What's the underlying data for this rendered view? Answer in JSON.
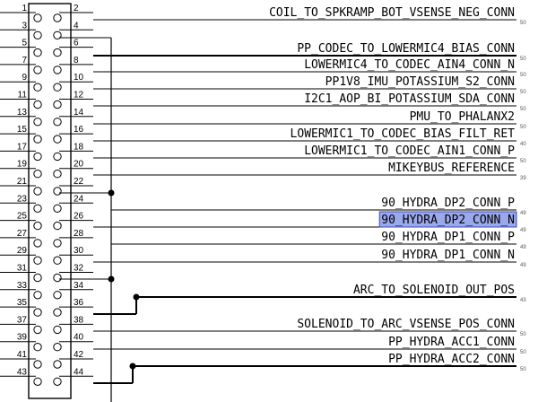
{
  "schematic": {
    "connector": {
      "pins": [
        {
          "n": "1"
        },
        {
          "n": "2"
        },
        {
          "n": "3"
        },
        {
          "n": "4"
        },
        {
          "n": "5"
        },
        {
          "n": "6"
        },
        {
          "n": "7"
        },
        {
          "n": "8"
        },
        {
          "n": "9"
        },
        {
          "n": "10"
        },
        {
          "n": "11"
        },
        {
          "n": "12"
        },
        {
          "n": "13"
        },
        {
          "n": "14"
        },
        {
          "n": "15"
        },
        {
          "n": "16"
        },
        {
          "n": "17"
        },
        {
          "n": "18"
        },
        {
          "n": "19"
        },
        {
          "n": "20"
        },
        {
          "n": "21"
        },
        {
          "n": "22"
        },
        {
          "n": "23"
        },
        {
          "n": "24"
        },
        {
          "n": "25"
        },
        {
          "n": "26"
        },
        {
          "n": "27"
        },
        {
          "n": "28"
        },
        {
          "n": "29"
        },
        {
          "n": "30"
        },
        {
          "n": "31"
        },
        {
          "n": "32"
        },
        {
          "n": "33"
        },
        {
          "n": "34"
        },
        {
          "n": "35"
        },
        {
          "n": "36"
        },
        {
          "n": "37"
        },
        {
          "n": "38"
        },
        {
          "n": "39"
        },
        {
          "n": "40"
        },
        {
          "n": "41"
        },
        {
          "n": "42"
        },
        {
          "n": "43"
        },
        {
          "n": "44"
        }
      ]
    },
    "nets": [
      {
        "label": "COIL_TO_SPKRAMP_BOT_VSENSE_NEG_CONN",
        "tag": "50",
        "selected": false
      },
      {
        "label": "PP_CODEC_TO_LOWERMIC4_BIAS_CONN",
        "tag": "50",
        "selected": false
      },
      {
        "label": "LOWERMIC4_TO_CODEC_AIN4_CONN_N",
        "tag": "50",
        "selected": false
      },
      {
        "label": "PP1V8_IMU_POTASSIUM_S2_CONN",
        "tag": "50",
        "selected": false
      },
      {
        "label": "I2C1_AOP_BI_POTASSIUM_SDA_CONN",
        "tag": "50",
        "selected": false
      },
      {
        "label": "PMU_TO_PHALANX2",
        "tag": "50",
        "selected": false
      },
      {
        "label": "LOWERMIC1_TO_CODEC_BIAS_FILT_RET",
        "tag": "40",
        "selected": false
      },
      {
        "label": "LOWERMIC1_TO_CODEC_AIN1_CONN_P",
        "tag": "50",
        "selected": false
      },
      {
        "label": "MIKEYBUS_REFERENCE",
        "tag": "39",
        "selected": false
      },
      {
        "label": "90_HYDRA_DP2_CONN_P",
        "tag": "49",
        "selected": false
      },
      {
        "label": "90_HYDRA_DP2_CONN_N",
        "tag": "49",
        "selected": true
      },
      {
        "label": "90_HYDRA_DP1_CONN_P",
        "tag": "49",
        "selected": false
      },
      {
        "label": "90_HYDRA_DP1_CONN_N",
        "tag": "49",
        "selected": false
      },
      {
        "label": "ARC_TO_SOLENOID_OUT_POS",
        "tag": "43",
        "selected": false
      },
      {
        "label": "SOLENOID_TO_ARC_VSENSE_POS_CONN",
        "tag": "50",
        "selected": false
      },
      {
        "label": "PP_HYDRA_ACC1_CONN",
        "tag": "50",
        "selected": false
      },
      {
        "label": "PP_HYDRA_ACC2_CONN",
        "tag": "50",
        "selected": false
      }
    ],
    "colors": {
      "wire": "#000000",
      "selection_fill": "#9aa8ec",
      "selection_border": "#3a4ac0"
    }
  }
}
